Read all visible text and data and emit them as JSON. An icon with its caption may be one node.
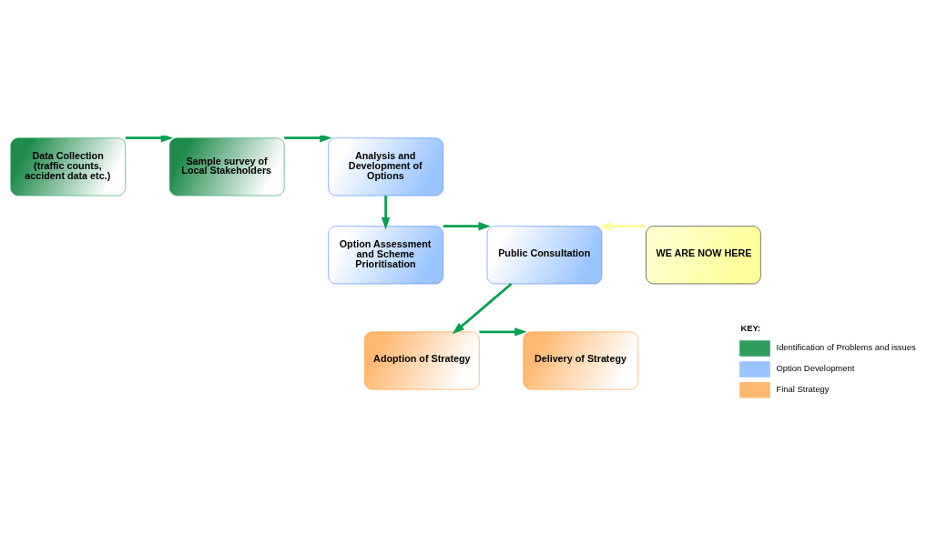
{
  "diagram": {
    "nodes": [
      {
        "text": [
          "Data Collection (traffic counts, accident data etc.)"
        ]
      },
      {
        "text": [
          "Sample survey of Local Stakeholders"
        ]
      },
      {
        "text": [
          "Analysis and Development of Options"
        ]
      },
      {
        "text": [
          "Option Assessment and Scheme Prioritisation"
        ]
      },
      {
        "text": [
          "Public Consultation"
        ]
      },
      {
        "text": [
          "WE ARE NOW HERE"
        ]
      },
      {
        "text": [
          "Adoption of Strategy"
        ]
      },
      {
        "text": [
          "Delivery of Strategy"
        ]
      }
    ],
    "edges": [
      {
        "from": 0,
        "to": 1,
        "arrow": "to"
      },
      {
        "from": 1,
        "to": 2,
        "arrow": "to"
      },
      {
        "from": 2,
        "to": 3,
        "arrow": "to"
      },
      {
        "from": 3,
        "to": 4,
        "arrow": "to"
      },
      {
        "from": 5,
        "to": 4,
        "arrow": "to",
        "color": "#ffff99"
      },
      {
        "from": 4,
        "to": 6,
        "arrow": "to"
      },
      {
        "from": 6,
        "to": 7,
        "arrow": "to"
      }
    ],
    "labels": [
      "KEY:"
    ],
    "legend": [
      {
        "text": "Identification of Problems and issues",
        "color": "#2e9e5e"
      },
      {
        "text": "Option Development",
        "color": "#99c4ff"
      },
      {
        "text": "Final Strategy",
        "color": "#ffb870"
      }
    ]
  }
}
